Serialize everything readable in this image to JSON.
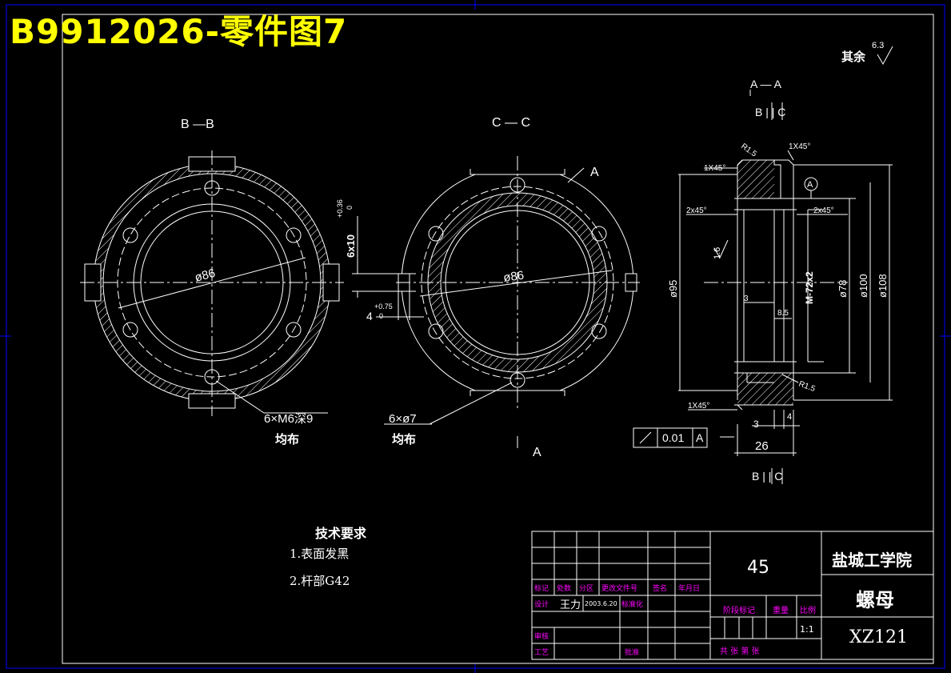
{
  "title": "B9912026-零件图7",
  "surface_finish": {
    "label": "其余",
    "value": "6.3"
  },
  "sections": {
    "bb": "B —B",
    "cc": "C — C",
    "aa": "A — A",
    "bc_top": "B | | C",
    "bc_bottom": "B | | C",
    "a_mark": "A"
  },
  "dims": {
    "phi86_left": "ø86",
    "phi86_mid": "ø86",
    "slot_width": "6x10",
    "slot_width_tol_upper": "+0.36",
    "slot_width_tol_lower": "0",
    "slot_depth": "4",
    "slot_depth_tol_upper": "+0.75",
    "slot_depth_tol_lower": "0",
    "thread_holes": "6×M6深9",
    "thread_holes_note": "均布",
    "holes": "6×ø7",
    "holes_note": "均布",
    "chamfer_top": "1X45°",
    "chamfer_top2": "1X45°",
    "chamfer_bottom": "1X45°",
    "radius_top": "R1.5",
    "radius_bottom": "R1.5",
    "datum": "A",
    "chamfer_left": "2x45°",
    "chamfer_right": "2x45°",
    "roughness_16": "1.6",
    "thread": "M-72x2",
    "phi95": "ø95",
    "phi78": "ø78",
    "phi100": "ø100",
    "phi108": "ø108",
    "d3_top": "3",
    "d85": "8.5",
    "d3_bottom": "3",
    "d4": "4",
    "d26": "26",
    "tol_value": "0.01",
    "tol_datum": "A"
  },
  "requirements": {
    "title": "技术要求",
    "items": [
      "1.表面发黑",
      "2.杆部G42"
    ]
  },
  "title_block": {
    "material": "45",
    "school": "盐城工学院",
    "part_name": "螺母",
    "drawing_no": "XZ121",
    "scale": "1:1",
    "labels": {
      "mark": "标记",
      "count": "处数",
      "zone": "分区",
      "doc": "更改文件号",
      "sign": "签名",
      "date": "年月日",
      "design": "设计",
      "standard": "标准化",
      "review": "审核",
      "process": "工艺",
      "approve": "批准",
      "stage": "阶段标记",
      "weight": "重量",
      "ratio": "比例",
      "sheets": "共    张  第    张"
    },
    "designer": "王力",
    "design_date": "2003.6.20"
  },
  "colors": {
    "frame": "#0000ff",
    "title": "#ffff00",
    "line": "#ffffff",
    "magenta": "#ff00ff"
  }
}
